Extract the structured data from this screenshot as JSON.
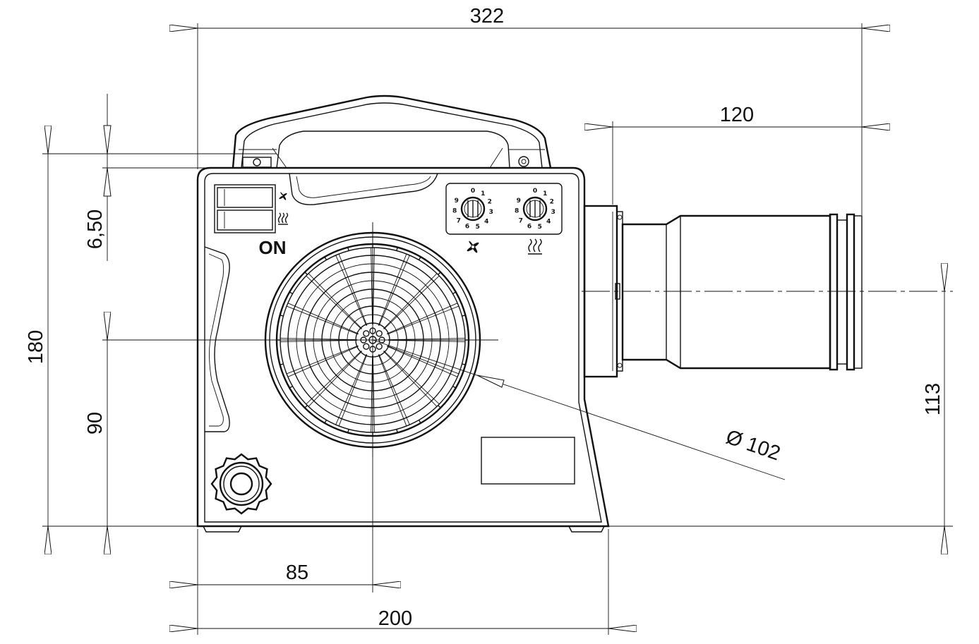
{
  "dimensions": {
    "overall_length": "322",
    "nozzle_length": "120",
    "overall_height": "180",
    "handle_offset": "6,50",
    "intake_center_height": "90",
    "nozzle_center_height": "113",
    "intake_center_x": "85",
    "body_width": "200",
    "intake_diameter": "Ø 102"
  },
  "panel": {
    "switch_label": "ON",
    "dial_numbers": [
      "0",
      "1",
      "2",
      "3",
      "4",
      "5",
      "6",
      "7",
      "8",
      "9"
    ]
  },
  "icons": {
    "fan": "fan-icon",
    "heat": "heat-icon"
  }
}
